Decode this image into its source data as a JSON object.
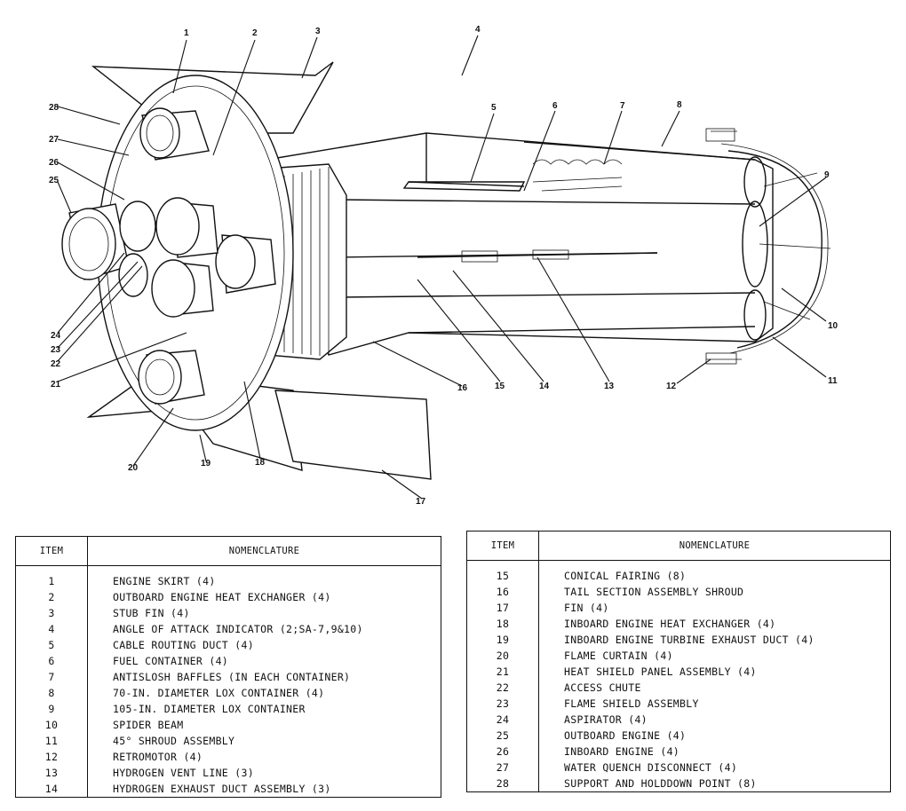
{
  "callouts": [
    "1",
    "2",
    "3",
    "4",
    "5",
    "6",
    "7",
    "8",
    "9",
    "10",
    "11",
    "12",
    "13",
    "14",
    "15",
    "16",
    "17",
    "18",
    "19",
    "20",
    "21",
    "22",
    "23",
    "24",
    "25",
    "26",
    "27",
    "28"
  ],
  "table_left": {
    "header_item": "ITEM",
    "header_nomenclature": "NOMENCLATURE",
    "rows": [
      {
        "item": "1",
        "name": "ENGINE SKIRT (4)"
      },
      {
        "item": "2",
        "name": "OUTBOARD ENGINE HEAT EXCHANGER (4)"
      },
      {
        "item": "3",
        "name": "STUB FIN (4)"
      },
      {
        "item": "4",
        "name": "ANGLE OF ATTACK INDICATOR (2;SA-7,9&10)"
      },
      {
        "item": "5",
        "name": "CABLE ROUTING DUCT (4)"
      },
      {
        "item": "6",
        "name": "FUEL CONTAINER (4)"
      },
      {
        "item": "7",
        "name": "ANTISLOSH BAFFLES (IN EACH CONTAINER)"
      },
      {
        "item": "8",
        "name": "70-IN. DIAMETER LOX CONTAINER (4)"
      },
      {
        "item": "9",
        "name": "105-IN. DIAMETER LOX CONTAINER"
      },
      {
        "item": "10",
        "name": "SPIDER BEAM"
      },
      {
        "item": "11",
        "name": "45° SHROUD ASSEMBLY"
      },
      {
        "item": "12",
        "name": "RETROMOTOR (4)"
      },
      {
        "item": "13",
        "name": "HYDROGEN VENT LINE (3)"
      },
      {
        "item": "14",
        "name": "HYDROGEN EXHAUST DUCT ASSEMBLY (3)"
      }
    ]
  },
  "table_right": {
    "header_item": "ITEM",
    "header_nomenclature": "NOMENCLATURE",
    "rows": [
      {
        "item": "15",
        "name": "CONICAL FAIRING (8)"
      },
      {
        "item": "16",
        "name": "TAIL SECTION ASSEMBLY SHROUD"
      },
      {
        "item": "17",
        "name": "FIN (4)"
      },
      {
        "item": "18",
        "name": "INBOARD ENGINE HEAT EXCHANGER (4)"
      },
      {
        "item": "19",
        "name": "INBOARD ENGINE TURBINE EXHAUST DUCT (4)"
      },
      {
        "item": "20",
        "name": "FLAME CURTAIN (4)"
      },
      {
        "item": "21",
        "name": "HEAT SHIELD PANEL ASSEMBLY (4)"
      },
      {
        "item": "22",
        "name": "ACCESS CHUTE"
      },
      {
        "item": "23",
        "name": "FLAME SHIELD ASSEMBLY"
      },
      {
        "item": "24",
        "name": "ASPIRATOR (4)"
      },
      {
        "item": "25",
        "name": "OUTBOARD ENGINE (4)"
      },
      {
        "item": "26",
        "name": "INBOARD ENGINE (4)"
      },
      {
        "item": "27",
        "name": "WATER QUENCH DISCONNECT (4)"
      },
      {
        "item": "28",
        "name": "SUPPORT AND HOLDDOWN POINT (8)"
      }
    ]
  }
}
